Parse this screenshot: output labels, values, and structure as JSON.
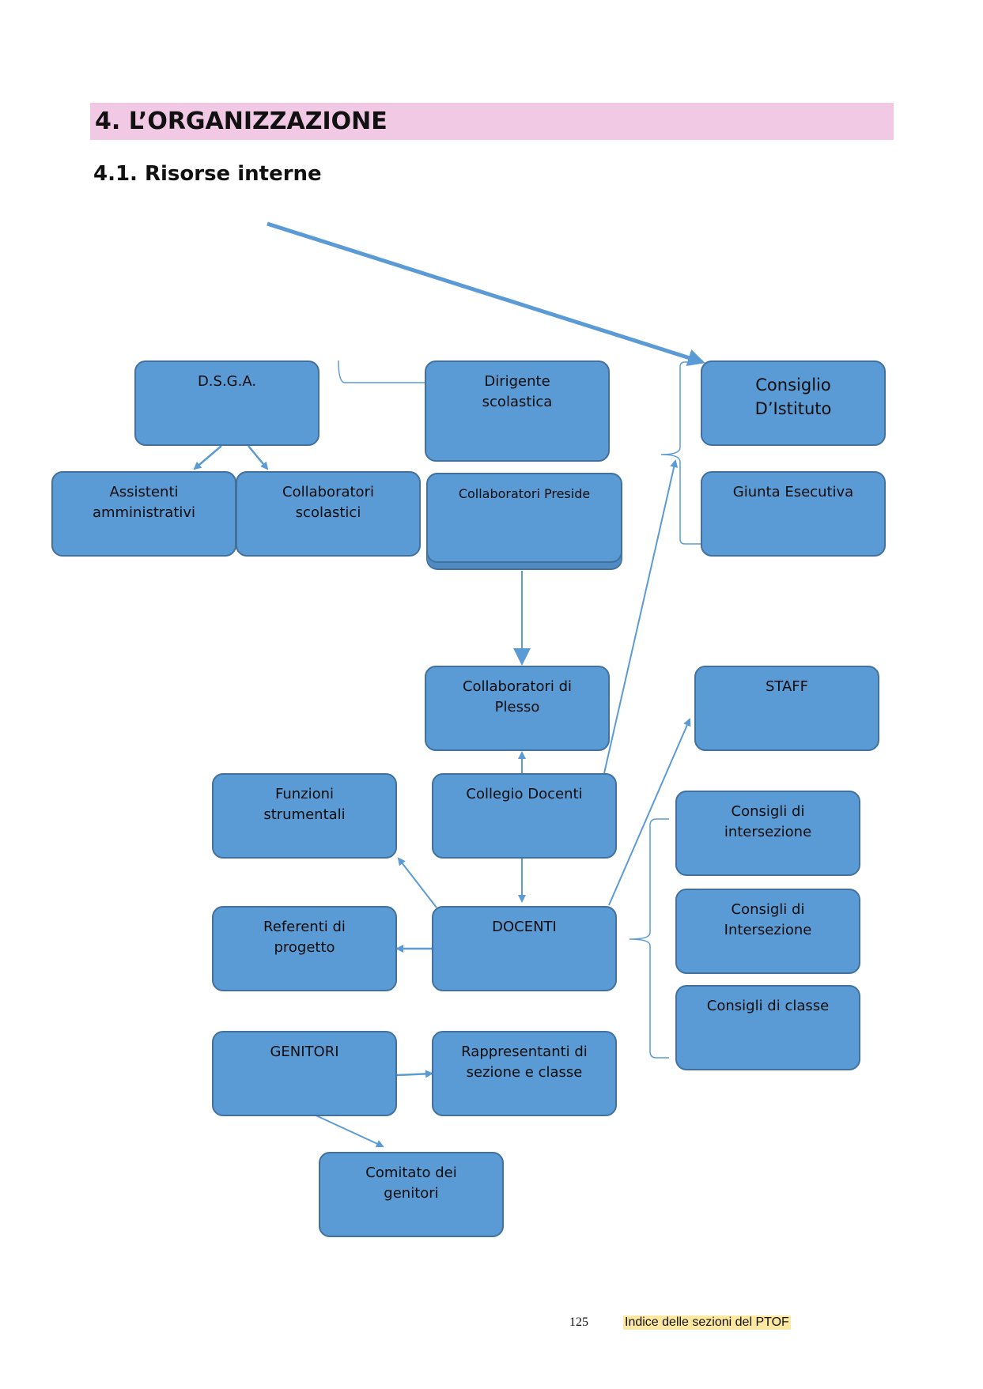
{
  "heading": {
    "section_title": "4. L’ORGANIZZAZIONE",
    "subsection_title": "4.1. Risorse interne"
  },
  "nodes": {
    "dsga": "D.S.G.A.",
    "dirigente": "Dirigente\nscolastica",
    "consiglio_istituto": "Consiglio\nD’Istituto",
    "assistenti": "Assistenti\namministrativi",
    "collaboratori_scolastici": "Collaboratori\nscolastici",
    "collaboratori_preside": "Collaboratori Preside",
    "giunta": "Giunta Esecutiva",
    "collaboratori_plesso": "Collaboratori di\nPlesso",
    "staff": "STAFF",
    "funzioni": "Funzioni\nstrumentali",
    "collegio": "Collegio Docenti",
    "consigli_intersezione_1": "Consigli di\nintersezione",
    "referenti": "Referenti di\nprogetto",
    "docenti": "DOCENTI",
    "consigli_intersezione_2": "Consigli di\nIntersezione",
    "consigli_classe": "Consigli di classe",
    "genitori": "GENITORI",
    "rappresentanti": "Rappresentanti di\nsezione e classe",
    "comitato": "Comitato dei\ngenitori"
  },
  "colors": {
    "box_fill": "#5b9bd5",
    "box_border": "#41719c",
    "connector": "#5b9bd5",
    "header_band": "#f1c9e5",
    "footer_highlight": "#fde8a2"
  },
  "footer": {
    "page_number": "125",
    "link_text": "Indice delle sezioni del PTOF"
  }
}
